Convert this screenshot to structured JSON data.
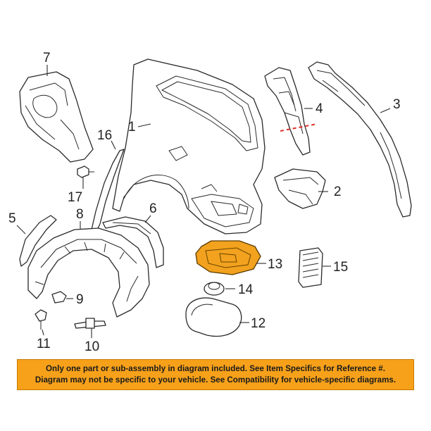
{
  "callouts": {
    "c1": "1",
    "c2": "2",
    "c3": "3",
    "c4": "4",
    "c5": "5",
    "c6": "6",
    "c7": "7",
    "c8": "8",
    "c9": "9",
    "c10": "10",
    "c11": "11",
    "c12": "12",
    "c13": "13",
    "c14": "14",
    "c15": "15",
    "c16": "16",
    "c17": "17"
  },
  "colors": {
    "highlight_part": "#f2a21e",
    "disclaimer_bg": "#f7a11a",
    "cut_line": "#e0302a"
  },
  "disclaimer": {
    "line1": "Only one part or sub-assembly in diagram included. See Item Specifics for Reference #.",
    "line2": "Diagram may not be specific to your vehicle. See Compatibility for vehicle-specific diagrams."
  }
}
